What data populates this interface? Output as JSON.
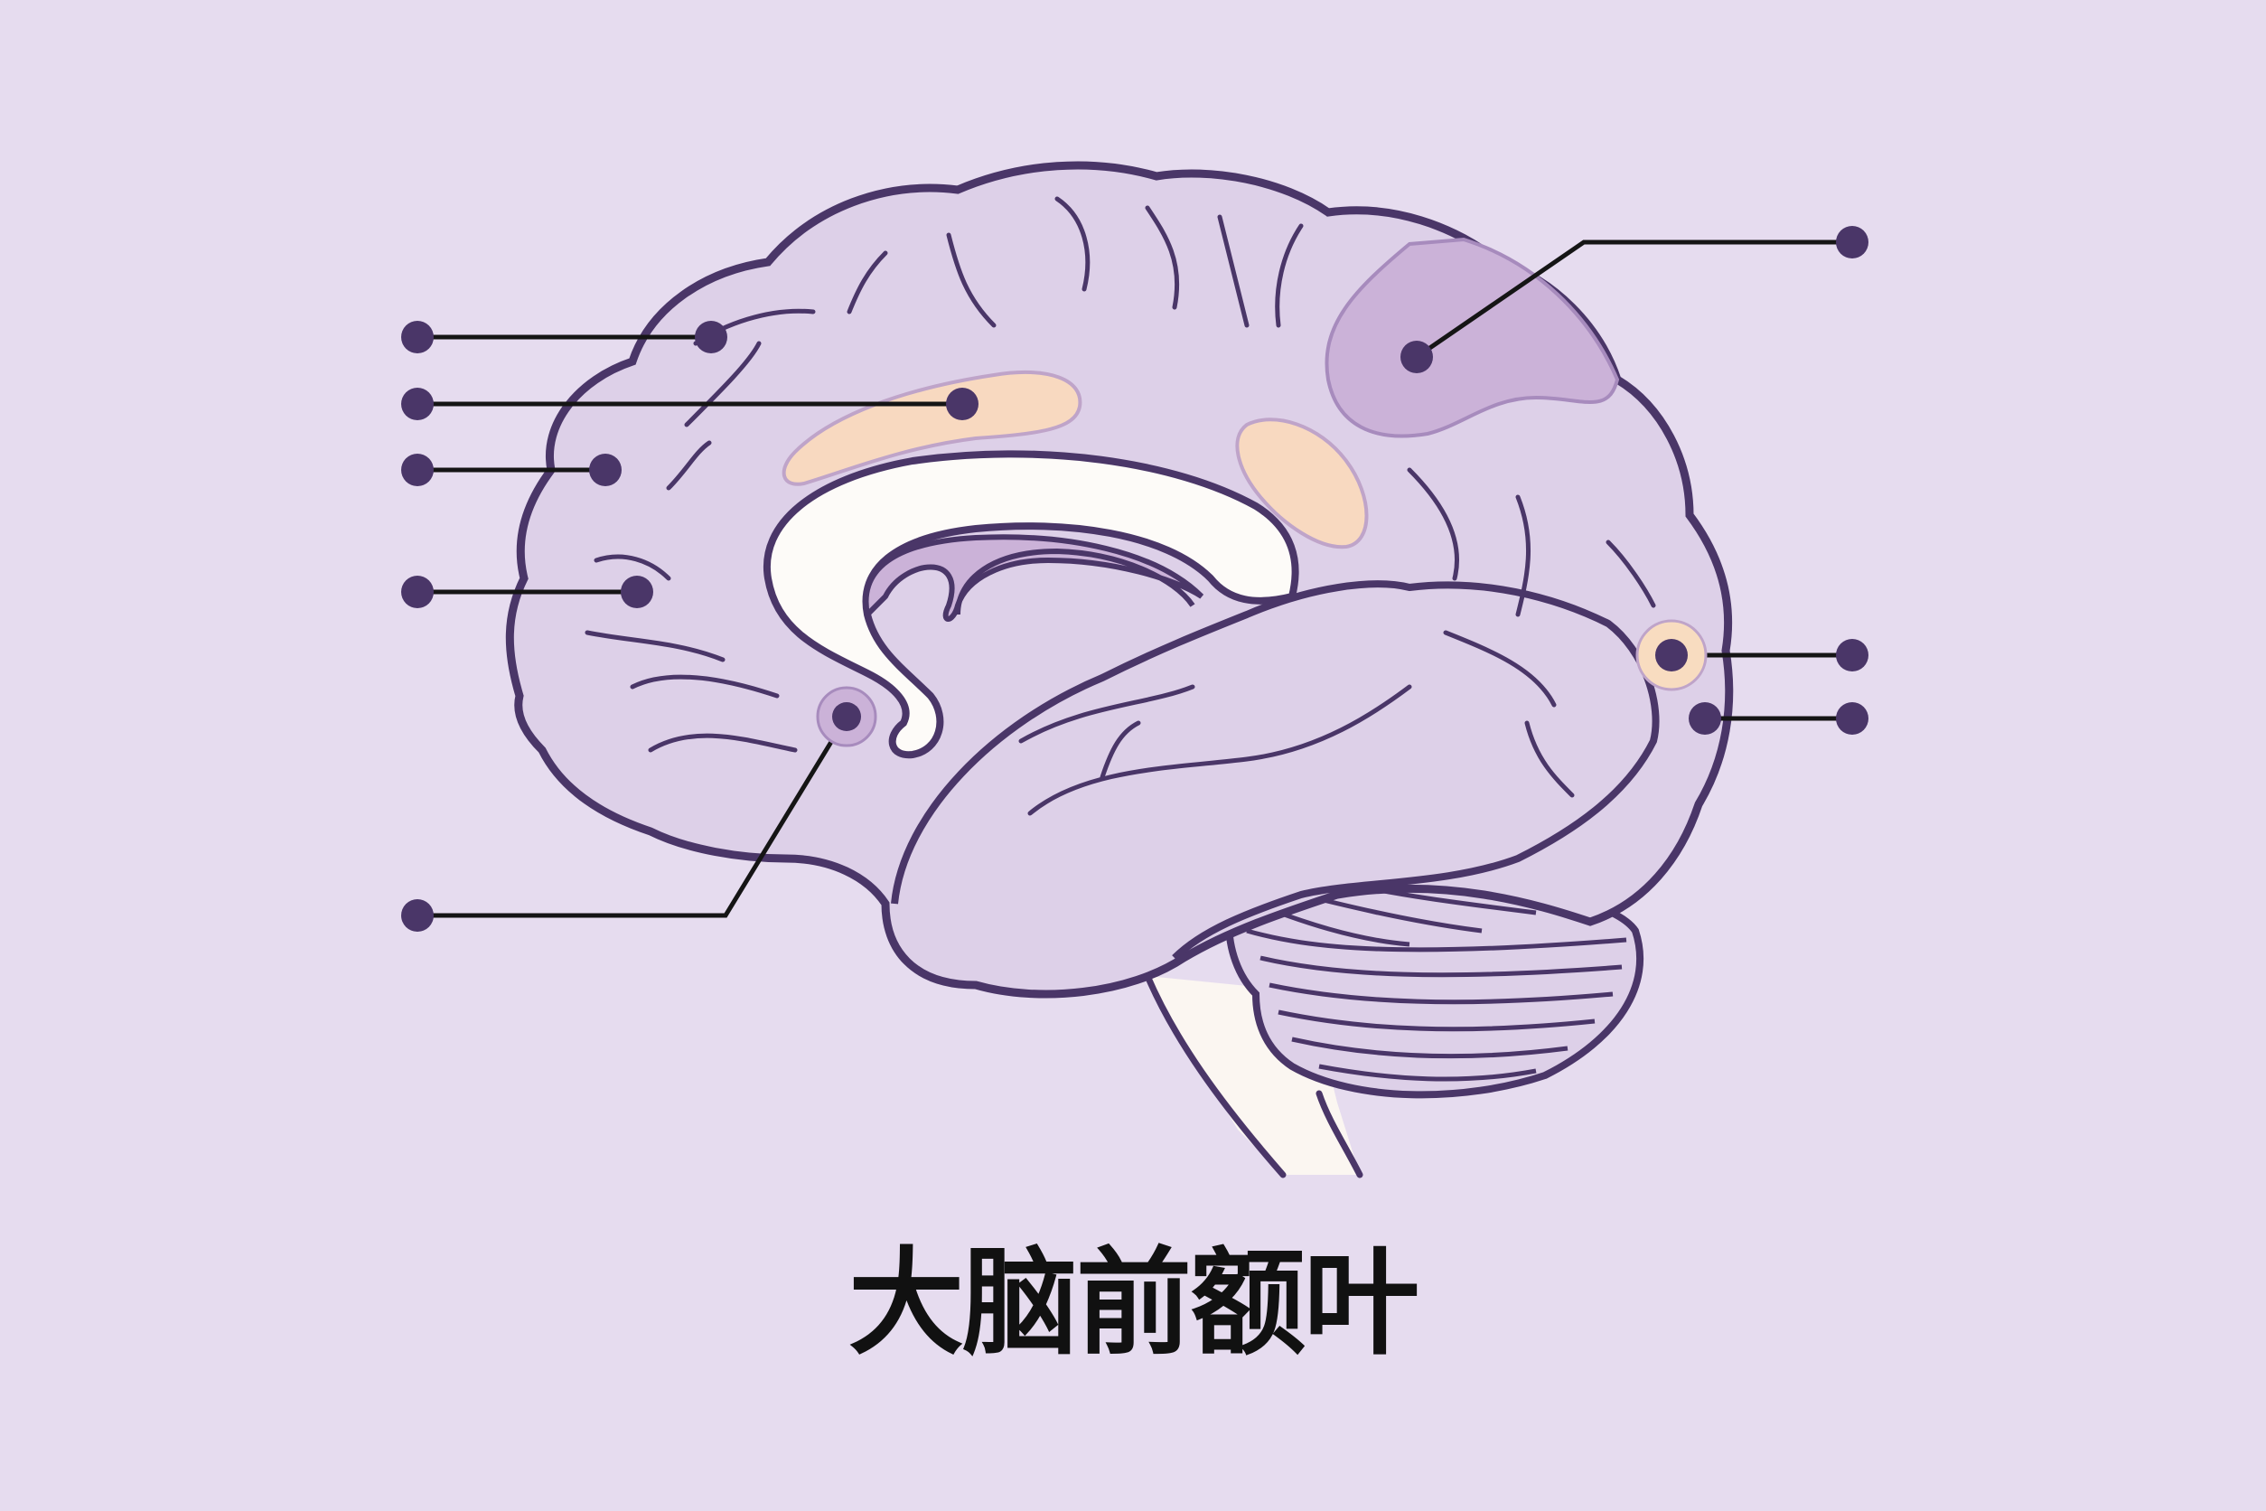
{
  "title": "大脑前额叶",
  "colors": {
    "background": "#e6dcef",
    "brain_fill": "#ddd0e8",
    "outline": "#4a3668",
    "highlight_region": "#ccb0d6",
    "peach_region": "#f8d9c0",
    "white_matter": "#fdfbf8",
    "leader_line": "#151515",
    "marker": "#4a3668"
  },
  "callouts": [
    {
      "id": "callout-1",
      "side": "left",
      "label": ""
    },
    {
      "id": "callout-2",
      "side": "left",
      "label": ""
    },
    {
      "id": "callout-3",
      "side": "left",
      "label": ""
    },
    {
      "id": "callout-4",
      "side": "left",
      "label": ""
    },
    {
      "id": "callout-5",
      "side": "left",
      "label": ""
    },
    {
      "id": "callout-6",
      "side": "right",
      "label": ""
    },
    {
      "id": "callout-7",
      "side": "right",
      "label": ""
    },
    {
      "id": "callout-8",
      "side": "right",
      "label": ""
    }
  ]
}
